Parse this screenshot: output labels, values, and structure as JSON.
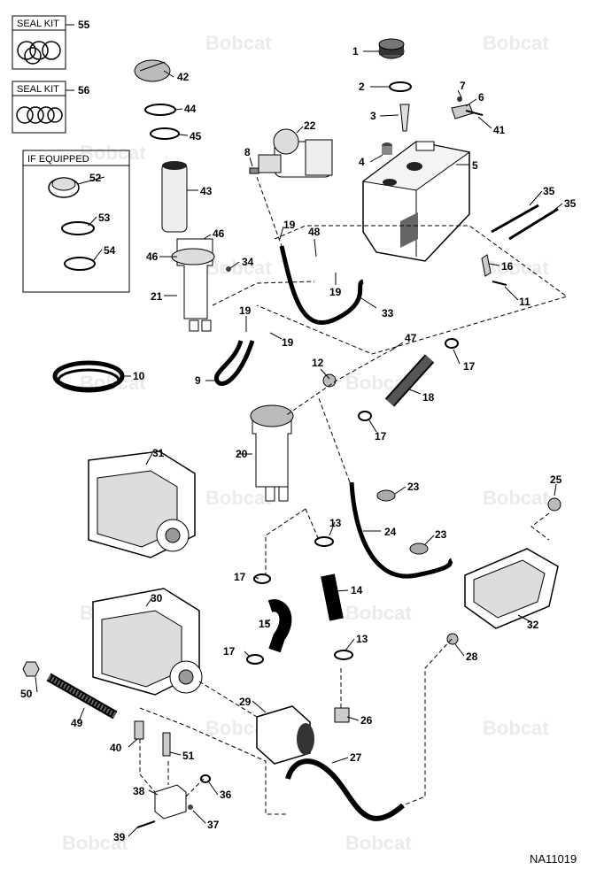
{
  "watermark": "Bobcat",
  "seal_kit_label": "SEAL KIT",
  "if_equipped_label": "IF EQUIPPED",
  "drawing_code": "NA11019",
  "callouts": [
    "1",
    "2",
    "3",
    "4",
    "5",
    "6",
    "7",
    "8",
    "9",
    "10",
    "11",
    "12",
    "13",
    "14",
    "15",
    "16",
    "17",
    "18",
    "19",
    "20",
    "21",
    "22",
    "23",
    "24",
    "25",
    "26",
    "27",
    "28",
    "29",
    "30",
    "31",
    "32",
    "33",
    "34",
    "35",
    "36",
    "37",
    "38",
    "39",
    "40",
    "41",
    "42",
    "43",
    "44",
    "45",
    "46",
    "47",
    "48",
    "49",
    "50",
    "51",
    "52",
    "53",
    "54",
    "55",
    "56"
  ]
}
